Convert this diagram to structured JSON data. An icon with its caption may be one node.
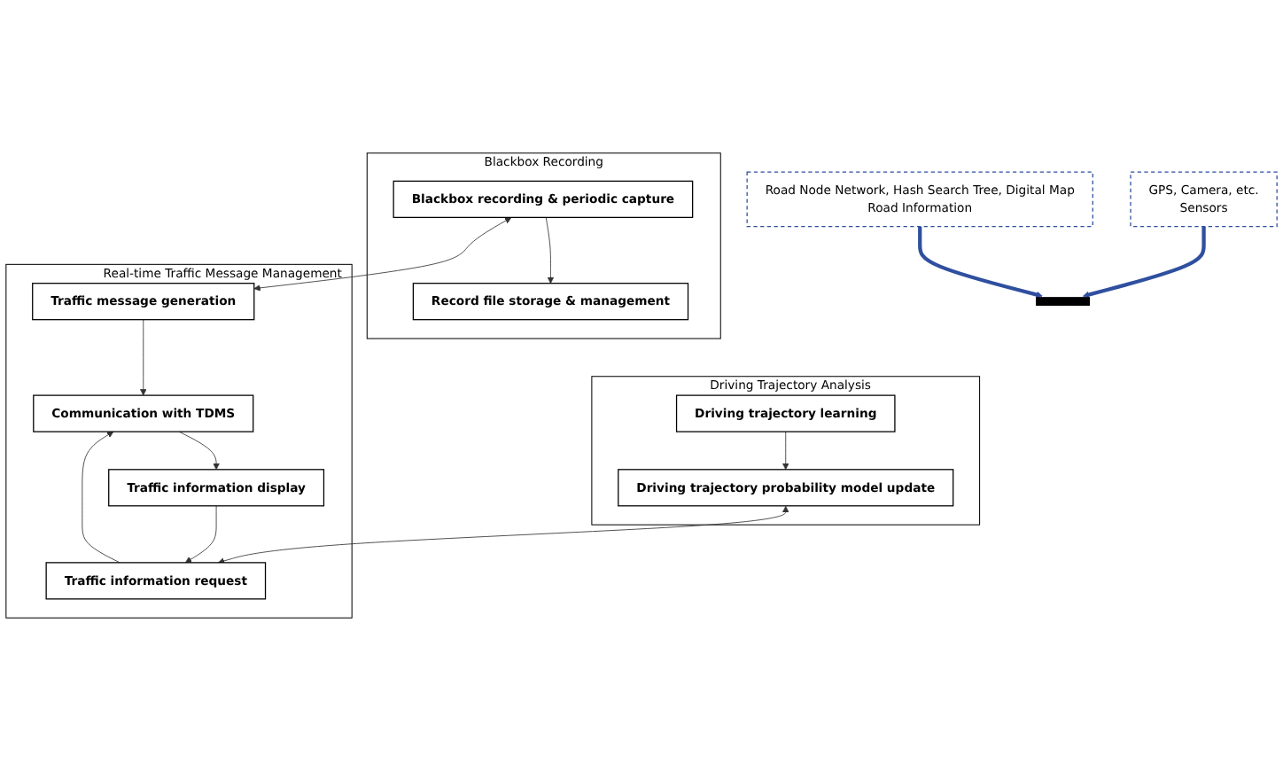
{
  "diagram": {
    "nodes": [
      {
        "text": [
          "Blackbox Recording"
        ]
      },
      {
        "text": [
          "Blackbox recording & periodic capture"
        ],
        "in": 0
      },
      {
        "text": [
          "Record file storage & management"
        ],
        "in": 0
      },
      {
        "text": [
          "Driving Trajectory Analysis"
        ]
      },
      {
        "text": [
          "Driving trajectory learning"
        ],
        "in": 3
      },
      {
        "text": [
          "Driving trajectory probability model update"
        ],
        "in": 3
      },
      {
        "text": [
          "Real-time Traffic Message Management"
        ]
      },
      {
        "text": [
          "Traffic message generation"
        ],
        "in": 6
      },
      {
        "text": [
          "Traffic information request"
        ],
        "in": 6
      },
      {
        "text": [
          "Traffic information display"
        ],
        "in": 6
      },
      {
        "text": [
          "Communication with TDMS"
        ],
        "in": 6
      },
      {
        "text": [],
        "shape": "bar"
      },
      {
        "text": [
          "Road Node Network, Hash Search Tree, Digital Map",
          "Road Information"
        ]
      },
      {
        "text": [
          "GPS, Camera, etc.",
          "Sensors"
        ]
      }
    ],
    "edges": [
      {
        "from": 1,
        "to": 2,
        "arrow": "to"
      },
      {
        "from": 4,
        "to": 5,
        "arrow": "to"
      },
      {
        "from": 1,
        "to": 7,
        "arrow": "both"
      },
      {
        "from": 5,
        "to": 8,
        "arrow": "both"
      },
      {
        "from": 7,
        "to": 10,
        "arrow": "to"
      },
      {
        "from": 8,
        "to": 10,
        "arrow": "to"
      },
      {
        "from": 10,
        "to": 9,
        "arrow": "to"
      },
      {
        "from": 9,
        "to": 8,
        "arrow": "to"
      },
      {
        "from": 12,
        "to": 11,
        "arrow": "to",
        "style": "thick",
        "color": "#2f4f9f"
      },
      {
        "from": 13,
        "to": 11,
        "arrow": "to",
        "style": "thick",
        "color": "#2f4f9f"
      }
    ]
  }
}
